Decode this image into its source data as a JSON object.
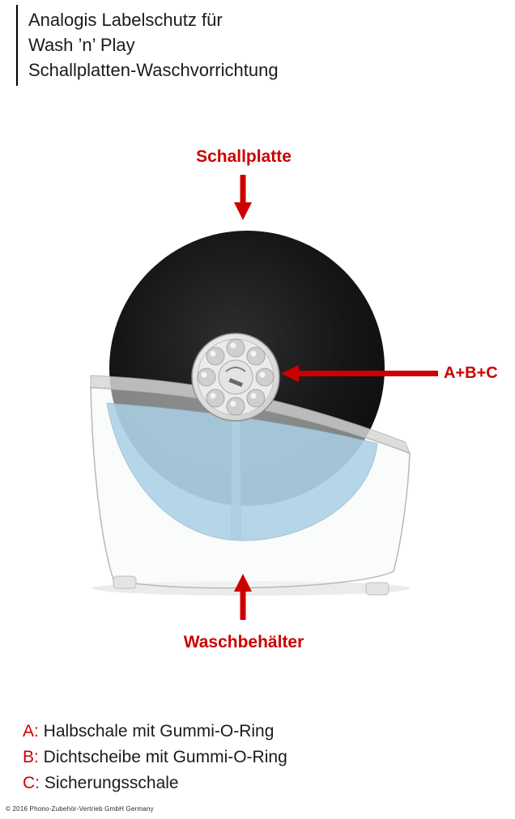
{
  "title": {
    "line1": "Analogis Labelschutz für",
    "line2": "Wash ’n’ Play",
    "line3": "Schallplatten-Waschvorrichtung"
  },
  "diagram": {
    "labels": {
      "record": "Schallplatte",
      "assembly": "A+B+C",
      "container": "Waschbehälter"
    },
    "icons": {
      "record_pointer": "arrow-down",
      "assembly_pointer": "arrow-left",
      "container_pointer": "arrow-up"
    },
    "colors": {
      "accent_red": "#cc0000",
      "record_black": "#141414",
      "water_blue": "#a9d0e5",
      "tub_gray": "#e9e9e9"
    }
  },
  "legend": {
    "items": [
      {
        "key": "A:",
        "text": " Halbschale mit Gummi-O-Ring"
      },
      {
        "key": "B:",
        "text": " Dichtscheibe mit Gummi-O-Ring"
      },
      {
        "key": "C:",
        "text": " Sicherungsschale"
      }
    ]
  },
  "footer": {
    "copyright": "© 2016 Phono-Zubehör-Vertrieb GmbH Germany"
  }
}
